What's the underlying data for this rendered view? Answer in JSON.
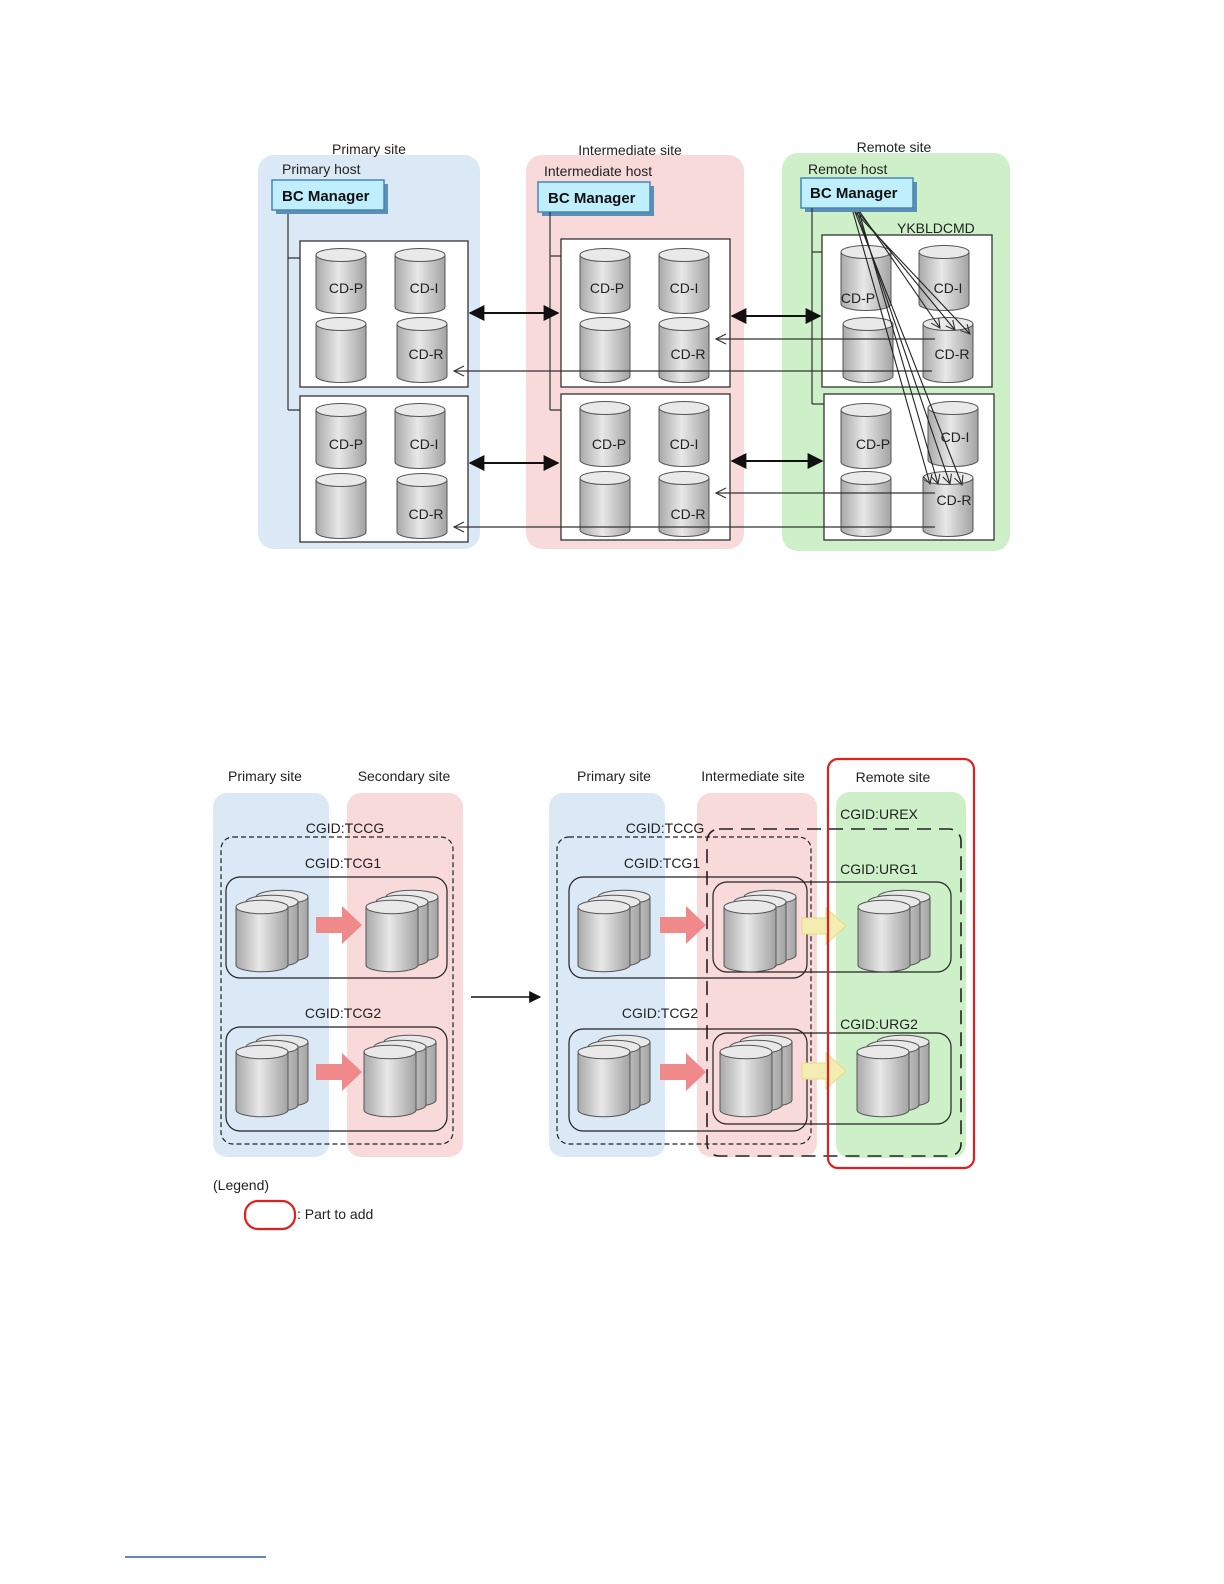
{
  "diagram1": {
    "sites": {
      "primary": {
        "title": "Primary site",
        "host": "Primary host"
      },
      "intermediate": {
        "title": "Intermediate site",
        "host": "Intermediate host"
      },
      "remote": {
        "title": "Remote site",
        "host": "Remote host"
      }
    },
    "bc_manager_label": "BC Manager",
    "command_label": "YKBLDCMD",
    "volume_labels": {
      "p": "CD-P",
      "i": "CD-I",
      "r": "CD-R"
    }
  },
  "diagram2": {
    "before": {
      "site_primary": "Primary site",
      "site_secondary": "Secondary site",
      "cg_outer": "CGID:TCCG",
      "cg1": "CGID:TCG1",
      "cg2": "CGID:TCG2"
    },
    "after": {
      "site_primary": "Primary site",
      "site_intermediate": "Intermediate site",
      "site_remote": "Remote site",
      "cg_outer": "CGID:TCCG",
      "cg1": "CGID:TCG1",
      "cg2": "CGID:TCG2",
      "ur_outer": "CGID:UREX",
      "ur1": "CGID:URG1",
      "ur2": "CGID:URG2"
    },
    "legend": {
      "title": "(Legend)",
      "part_to_add": ": Part to add"
    },
    "colors": {
      "highlight": "#e02020",
      "primary_bg": "#dbe9f7",
      "secondary_bg": "#f8dada",
      "remote_bg": "#cdf0c9"
    }
  }
}
